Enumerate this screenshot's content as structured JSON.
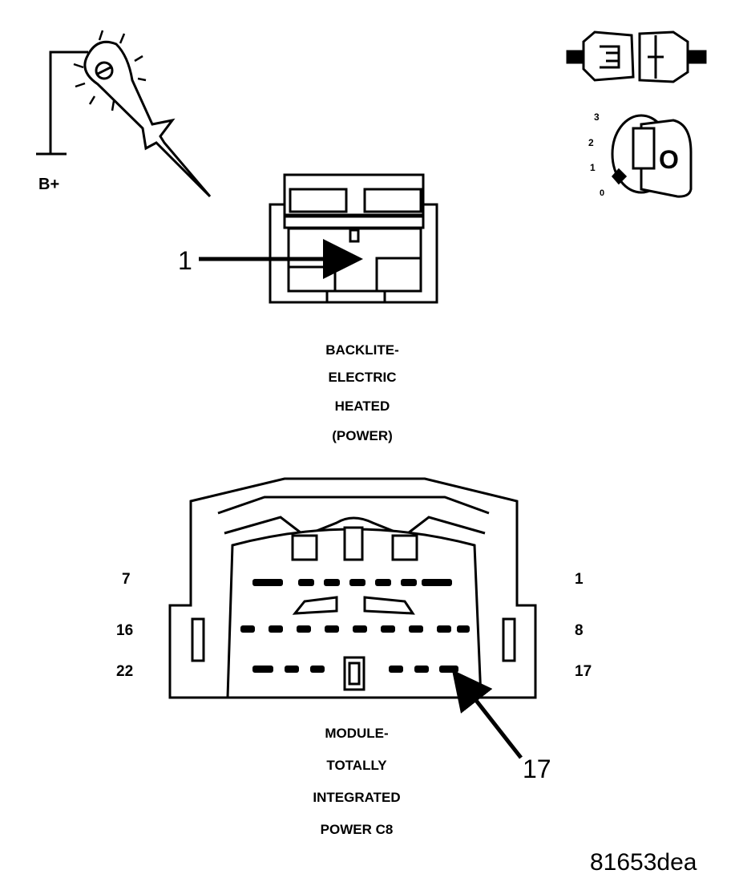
{
  "probe": {
    "ground_label": "B+"
  },
  "key_positions": [
    "3",
    "2",
    "1",
    "0"
  ],
  "key_letter": "O",
  "connector1": {
    "callout": "1",
    "caption": [
      "BACKLITE-",
      "ELECTRIC",
      "HEATED",
      "(POWER)"
    ]
  },
  "connector2": {
    "row_labels_left": [
      "7",
      "16",
      "22"
    ],
    "row_labels_right": [
      "1",
      "8",
      "17"
    ],
    "callout": "17",
    "caption": [
      "MODULE-",
      "TOTALLY",
      "INTEGRATED",
      "POWER C8"
    ]
  },
  "figure_id": "81653dea"
}
